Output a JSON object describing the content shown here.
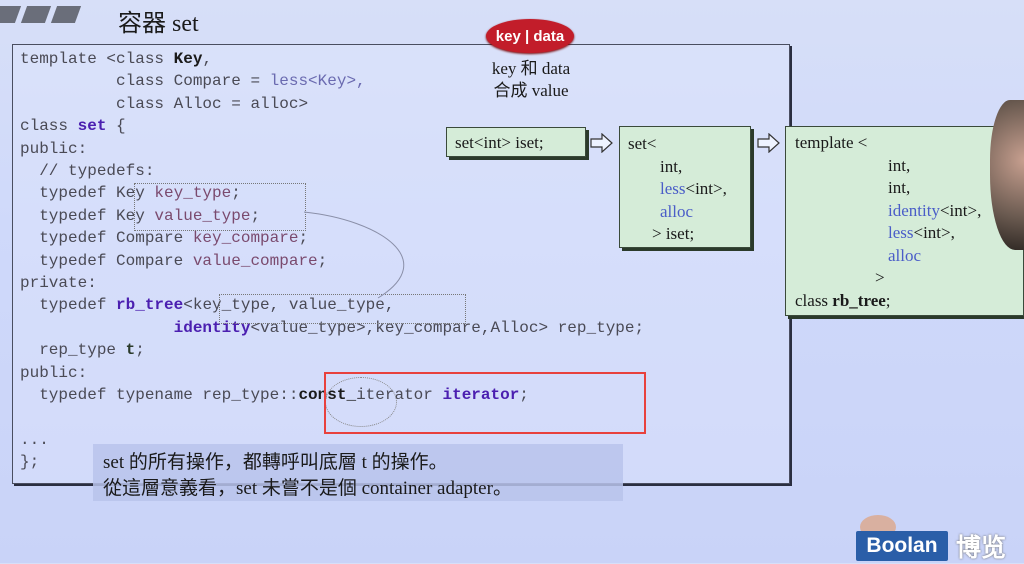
{
  "slide": {
    "title": "容器 set"
  },
  "code": {
    "lines": [
      {
        "parts": [
          {
            "t": "template <class "
          },
          {
            "t": "Key",
            "c": "b"
          },
          {
            "t": ","
          }
        ]
      },
      {
        "parts": [
          {
            "t": "          class Compare = "
          },
          {
            "t": "less<Key>,",
            "c": "bl"
          }
        ]
      },
      {
        "parts": [
          {
            "t": "          class Alloc = alloc>"
          }
        ]
      },
      {
        "parts": [
          {
            "t": "class "
          },
          {
            "t": "set",
            "c": "kw"
          },
          {
            "t": " {"
          }
        ]
      },
      {
        "parts": [
          {
            "t": "public:"
          }
        ]
      },
      {
        "parts": [
          {
            "t": "  // typedefs:"
          }
        ]
      },
      {
        "parts": [
          {
            "t": "  typedef Key "
          },
          {
            "t": "key_type",
            "c": "pk"
          },
          {
            "t": ";"
          }
        ]
      },
      {
        "parts": [
          {
            "t": "  typedef Key "
          },
          {
            "t": "value_type",
            "c": "pk"
          },
          {
            "t": ";"
          }
        ]
      },
      {
        "parts": [
          {
            "t": "  typedef Compare "
          },
          {
            "t": "key_compare",
            "c": "pk"
          },
          {
            "t": ";"
          }
        ]
      },
      {
        "parts": [
          {
            "t": "  typedef Compare "
          },
          {
            "t": "value_compare",
            "c": "pk"
          },
          {
            "t": ";"
          }
        ]
      },
      {
        "parts": [
          {
            "t": "private:"
          }
        ]
      },
      {
        "parts": [
          {
            "t": "  typedef "
          },
          {
            "t": "rb_tree",
            "c": "kw"
          },
          {
            "t": "<key_type, value_type,"
          }
        ]
      },
      {
        "parts": [
          {
            "t": "                "
          },
          {
            "t": "identity",
            "c": "kw"
          },
          {
            "t": "<value_type>,key_compare,Alloc> rep_type;"
          }
        ]
      },
      {
        "parts": [
          {
            "t": "  rep_type "
          },
          {
            "t": "t",
            "c": "gr"
          },
          {
            "t": ";"
          }
        ]
      },
      {
        "parts": [
          {
            "t": "public:"
          }
        ]
      },
      {
        "parts": [
          {
            "t": "  typedef typename rep_type::"
          },
          {
            "t": "const_",
            "c": "b"
          },
          {
            "t": "iterator "
          },
          {
            "t": "iterator",
            "c": "kw"
          },
          {
            "t": ";"
          }
        ]
      },
      {
        "parts": [
          {
            "t": ""
          }
        ]
      },
      {
        "parts": [
          {
            "t": "..."
          }
        ]
      },
      {
        "parts": [
          {
            "t": "};"
          }
        ]
      }
    ]
  },
  "note": {
    "line1": "set 的所有操作，都轉呼叫底層 t 的操作。",
    "line2": "從這層意義看，set 未嘗不是個 container adapter。"
  },
  "badge": {
    "label": "key | data",
    "caption1": "key 和 data",
    "caption2": "合成 value",
    "color": "#c21d2a"
  },
  "flow": {
    "box1": "set<int> iset;",
    "box2": {
      "open": "set<",
      "arg1": "int,",
      "arg2_name": "less",
      "arg2_rest": "<int>,",
      "arg3": "alloc",
      "close": "> iset;"
    },
    "box3": {
      "open": "template <",
      "arg1": "int,",
      "arg2": "int,",
      "arg3_name": "identity",
      "arg3_rest": "<int>,",
      "arg4_name": "less",
      "arg4_rest": "<int>,",
      "arg5": "alloc",
      "close": ">",
      "class_kw": "class ",
      "class_name": "rb_tree",
      "class_end": ";"
    }
  },
  "logo": {
    "brand": "Boolan",
    "brand_cn": "博览",
    "color": "#2a5ea8"
  },
  "colors": {
    "highlight_box": "#e8413d",
    "box_fill": "#d5ecd8",
    "keyword": "#4b1fb0"
  }
}
